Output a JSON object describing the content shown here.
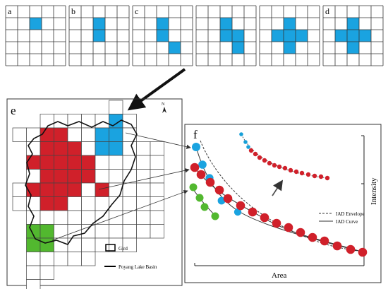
{
  "panels": {
    "a": "a",
    "b": "b",
    "c": "c",
    "c2": "",
    "c3": "",
    "d": "d",
    "e": "e",
    "f": "f"
  },
  "colors": {
    "blue": "#1aa3e0",
    "red": "#d0202a",
    "green": "#52b82f",
    "cyan_small": "#17a0d8",
    "grid_line": "#333333",
    "arrow_gray": "#555555"
  },
  "map": {
    "north_label": "N",
    "legend_grid": "Gird",
    "legend_basin": "Poyang Lake Basin"
  },
  "plot": {
    "xlabel": "Area",
    "ylabel": "Intensity",
    "legend_envelope": "IAD Envelope",
    "legend_curve": "IAD Curve"
  }
}
